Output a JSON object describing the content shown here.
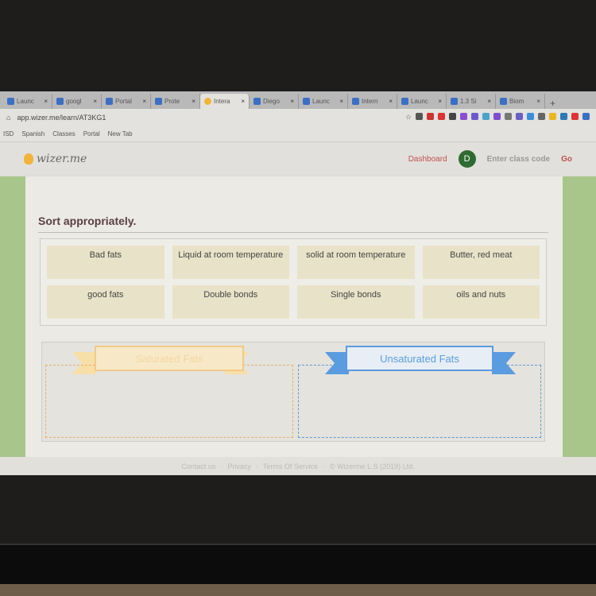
{
  "browser": {
    "tabs": [
      {
        "label": "Launc"
      },
      {
        "label": "googl"
      },
      {
        "label": "Portal"
      },
      {
        "label": "Prote"
      },
      {
        "label": "Intera"
      },
      {
        "label": "Diego"
      },
      {
        "label": "Launc"
      },
      {
        "label": "Intern"
      },
      {
        "label": "Launc"
      },
      {
        "label": "1.3 Si"
      },
      {
        "label": "Biom"
      }
    ],
    "url": "app.wizer.me/learn/AT3KG1",
    "bookmarks": [
      "ISD",
      "Spanish",
      "Classes",
      "Portal",
      "New Tab"
    ]
  },
  "header": {
    "logo": "wizer.me",
    "dashboard": "Dashboard",
    "avatar": "D",
    "class_code_placeholder": "Enter class code",
    "go": "Go"
  },
  "task": {
    "title": "Sort appropriately.",
    "cards": [
      "Bad fats",
      "Liquid at room temperature",
      "solid at room temperature",
      "Butter, red meat",
      "good fats",
      "Double bonds",
      "Single bonds",
      "oils and nuts"
    ],
    "bins": [
      {
        "label": "Saturated Fats",
        "color": "#f2c98a"
      },
      {
        "label": "Unsaturated Fats",
        "color": "#5b9be0"
      }
    ]
  },
  "footer": {
    "links": [
      "Contact us",
      "Privacy",
      "Terms Of Service"
    ],
    "copyright": "© Wizerme L.S (2019) Ltd."
  }
}
